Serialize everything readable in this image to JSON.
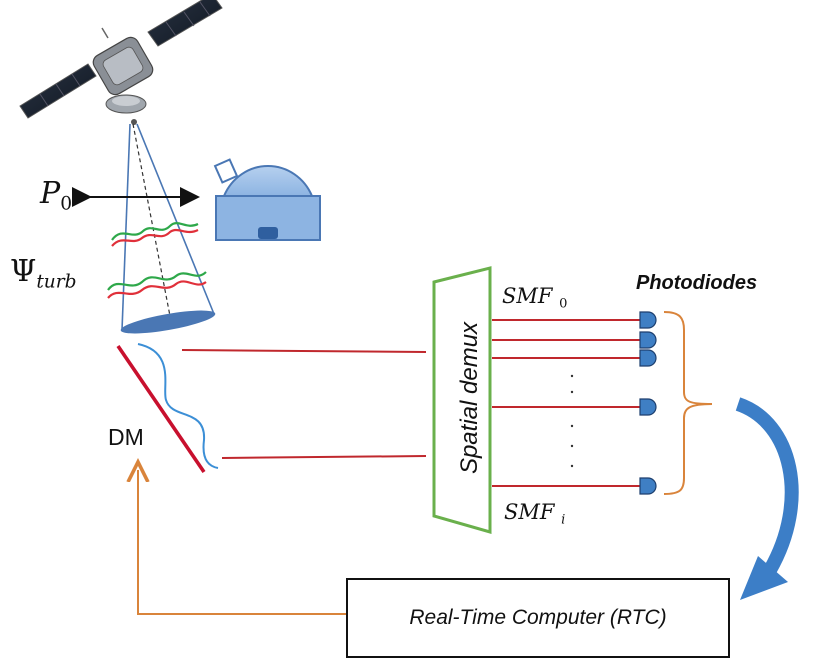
{
  "labels": {
    "p0": "P",
    "p0_sub": "0",
    "psi": "Ψ",
    "psi_sub": "turb",
    "dm": "DM",
    "spatial_demux": "Spatial demux",
    "smf0": "SMF",
    "smf0_sub": "0",
    "smfi": "SMF",
    "smfi_sub": "i",
    "photodiodes": "Photodiodes",
    "rtc": "Real-Time Computer (RTC)"
  },
  "colors": {
    "fiber_red": "#c0282d",
    "dm_red": "#c8102e",
    "demux_green": "#6ab04c",
    "photodiode_blue": "#3f7fc4",
    "feedback_orange": "#d9843b",
    "beam_blue": "#4a77b4",
    "wavefront_green": "#2ea84a",
    "wavefront_red": "#e0303a",
    "curved_arrow_blue": "#3c7ec7",
    "observatory_blue": "#8db4e2"
  },
  "icons": {
    "satellite": "satellite-icon",
    "observatory": "observatory-dome-icon",
    "photodiode": "photodiode-icon"
  }
}
